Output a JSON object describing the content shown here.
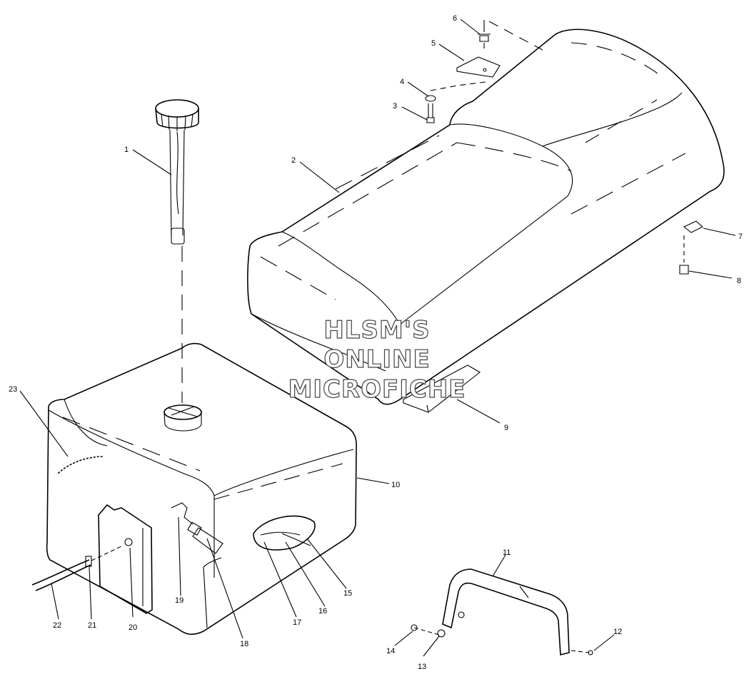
{
  "watermark": {
    "line1": "HLSM'S",
    "line2": "ONLINE",
    "line3": "MICROFICHE"
  },
  "callouts": [
    "1",
    "2",
    "3",
    "4",
    "5",
    "6",
    "7",
    "8",
    "9",
    "10",
    "11",
    "12",
    "13",
    "14",
    "15",
    "16",
    "17",
    "18",
    "19",
    "20",
    "21",
    "22",
    "23"
  ]
}
